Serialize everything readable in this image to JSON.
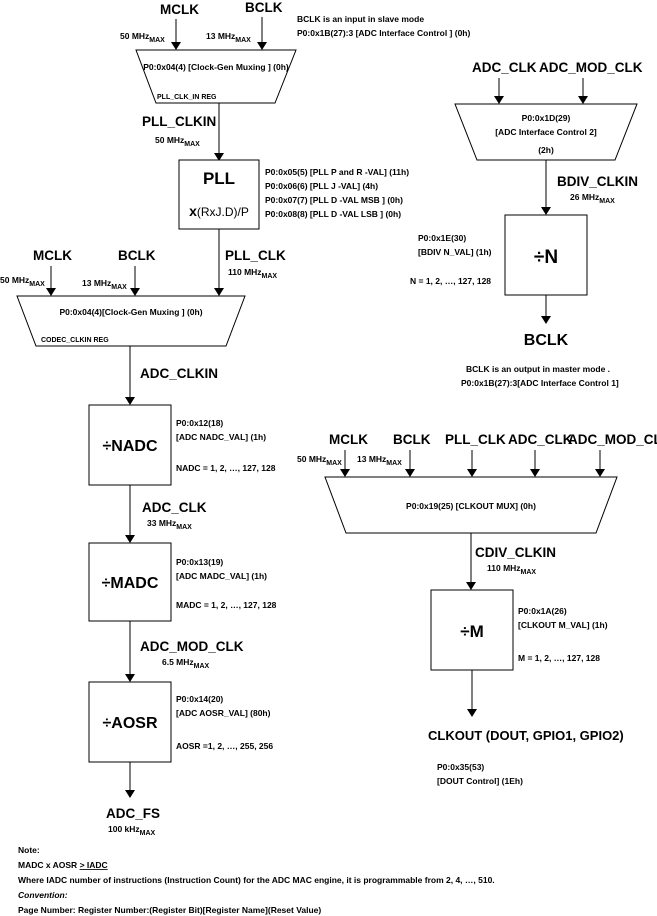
{
  "top_inputs": {
    "mclk": "MCLK",
    "bclk": "BCLK",
    "mclk_max": "50 MHz",
    "bclk_max": "13 MHz",
    "max_sub": "MAX"
  },
  "bclk_slave_note": {
    "line1": "BCLK is an input in slave mode",
    "line2": "P0:0x1B(27):3 [ADC Interface Control ] (0h)"
  },
  "mux1": {
    "label": "P0:0x04(4) [Clock-Gen Muxing ] (0h)",
    "reg": "PLL_CLK_IN REG"
  },
  "pll_clkin": {
    "name": "PLL_CLKIN",
    "freq": "50 MHz",
    "sub": "MAX"
  },
  "pll": {
    "title": "PLL",
    "formula_x": "x",
    "formula_rest": "(RxJ.D)/P",
    "reg1": "P0:0x05(5) [PLL P and R -VAL] (11h)",
    "reg2": "P0:0x06(6) [PLL J -VAL] (4h)",
    "reg3": "P0:0x07(7) [PLL D -VAL MSB ] (0h)",
    "reg4": "P0:0x08(8) [PLL D -VAL LSB ] (0h)"
  },
  "mux2_inputs": {
    "mclk": "MCLK",
    "bclk": "BCLK",
    "mclk_max": "50 MHz",
    "bclk_max": "13 MHz",
    "pll_clk": "PLL_CLK",
    "pll_clk_max": "110 MHz",
    "max_sub": "MAX"
  },
  "mux2": {
    "label": "P0:0x04(4)[Clock-Gen Muxing ] (0h)",
    "reg": "CODEC_CLKIN REG"
  },
  "adc_clkin": {
    "name": "ADC_CLKIN"
  },
  "nadc": {
    "title": "÷NADC",
    "reg1": "P0:0x12(18)",
    "reg2": "[ADC NADC_VAL] (1h)",
    "range": "NADC = 1, 2, …, 127, 128"
  },
  "adc_clk": {
    "name": "ADC_CLK",
    "freq": "33 MHz",
    "sub": "MAX"
  },
  "madc": {
    "title": "÷MADC",
    "reg1": "P0:0x13(19)",
    "reg2": "[ADC MADC_VAL] (1h)",
    "range": "MADC = 1, 2, …, 127, 128"
  },
  "adc_mod_clk": {
    "name": "ADC_MOD_CLK",
    "freq": "6.5 MHz",
    "sub": "MAX"
  },
  "aosr": {
    "title": "÷AOSR",
    "reg1": "P0:0x14(20)",
    "reg2": "[ADC AOSR_VAL] (80h)",
    "range": "AOSR =1, 2, …, 255, 256"
  },
  "adc_fs": {
    "name": "ADC_FS",
    "freq": "100 kHz",
    "sub": "MAX"
  },
  "bdiv_inputs": {
    "adc_clk": "ADC_CLK",
    "adc_mod_clk": "ADC_MOD_CLK"
  },
  "mux3": {
    "line1": "P0:0x1D(29)",
    "line2": "[ADC Interface Control 2]",
    "line3": "(2h)"
  },
  "bdiv_clkin": {
    "name": "BDIV_CLKIN",
    "freq": "26 MHz",
    "sub": "MAX"
  },
  "ndiv": {
    "title": "÷N",
    "reg1": "P0:0x1E(30)",
    "reg2": "[BDIV N_VAL] (1h)",
    "range": "N = 1, 2, …, 127, 128"
  },
  "bclk_out": {
    "name": "BCLK"
  },
  "bclk_master_note": {
    "line1": "BCLK is an output in master mode .",
    "line2": "P0:0x1B(27):3[ADC Interface Control 1]"
  },
  "clkout_inputs": {
    "mclk": "MCLK",
    "bclk": "BCLK",
    "pll_clk": "PLL_CLK",
    "adc_clk": "ADC_CLK",
    "adc_mod_clk": "ADC_MOD_CLK",
    "mclk_max": "50 MHz",
    "bclk_max": "13 MHz",
    "max_sub": "MAX"
  },
  "mux4": {
    "label": "P0:0x19(25) [CLKOUT MUX] (0h)"
  },
  "cdiv_clkin": {
    "name": "CDIV_CLKIN",
    "freq": "110 MHz",
    "sub": "MAX"
  },
  "mdiv": {
    "title": "÷M",
    "reg1": "P0:0x1A(26)",
    "reg2": "[CLKOUT M_VAL] (1h)",
    "range": "M = 1, 2, …, 127, 128"
  },
  "clkout": {
    "name": "CLKOUT  (DOUT, GPIO1, GPIO2)",
    "reg1": "P0:0x35(53)",
    "reg2": "[DOUT Control] (1Eh)"
  },
  "notes": {
    "title": "Note:",
    "line1_a": "MADC x AOSR ",
    "line1_b": "> IADC",
    "line2": "Where IADC number of instructions (Instruction Count)  for the ADC MAC engine, it is programmable from 2, 4, …, 510.",
    "convention": "Convention:",
    "line3": "Page Number: Register Number:(Register Bit)[Register Name](Reset Value)"
  }
}
